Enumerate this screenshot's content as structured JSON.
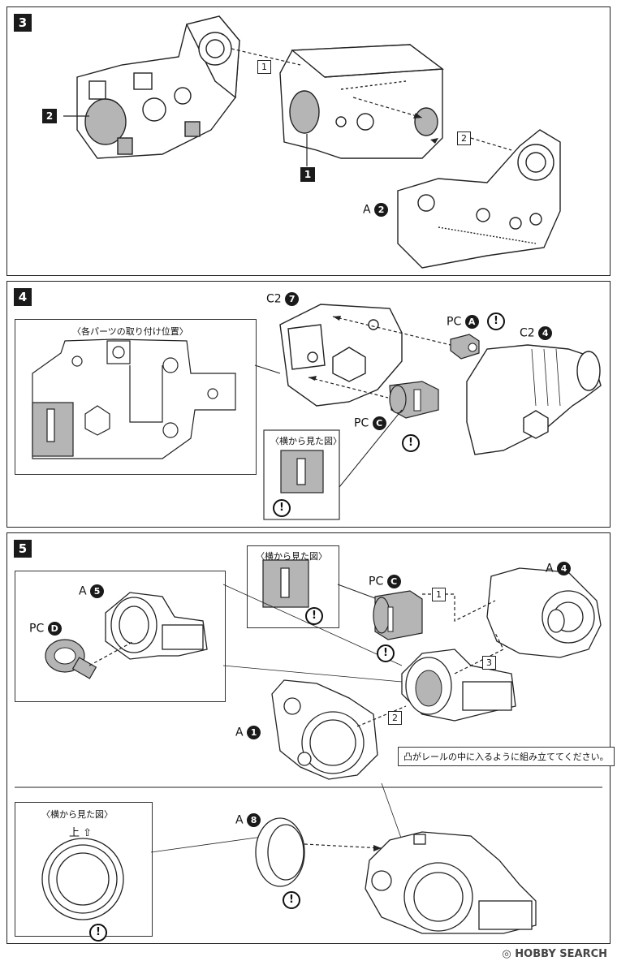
{
  "step3": {
    "step": "3",
    "part1": "1",
    "part2": "2",
    "seq1": "1",
    "seq2": "2",
    "label_a": "A",
    "num_a": "2"
  },
  "step4": {
    "step": "4",
    "inset_title": "〈各パーツの取り付け位置〉",
    "label_c2_7": "C2",
    "num_c2_7": "7",
    "label_pca": "PC",
    "num_pca": "A",
    "label_c2_4": "C2",
    "num_c2_4": "4",
    "label_pcc": "PC",
    "num_pcc": "C",
    "side_view": "〈横から見た図〉",
    "excl": "!"
  },
  "step5": {
    "step": "5",
    "side_view_top": "〈横から見た図〉",
    "label_pcc": "PC",
    "num_pcc": "C",
    "label_a4": "A",
    "num_a4": "4",
    "label_a5": "A",
    "num_a5": "5",
    "label_pcd": "PC",
    "num_pcd": "D",
    "label_a1": "A",
    "num_a1": "1",
    "seq1": "1",
    "seq2": "2",
    "seq3": "3",
    "note": "凸がレールの中に入るように組み立ててください。",
    "side_view_bottom": "〈横から見た図〉",
    "up_label": "上",
    "up_arrow": "⇧",
    "label_a8": "A",
    "num_a8": "8",
    "excl": "!"
  },
  "footer": {
    "brand": "HOBBY SEARCH"
  },
  "colors": {
    "gray": "#b5b5b5",
    "dark": "#1a1a1a",
    "line": "#222222"
  }
}
